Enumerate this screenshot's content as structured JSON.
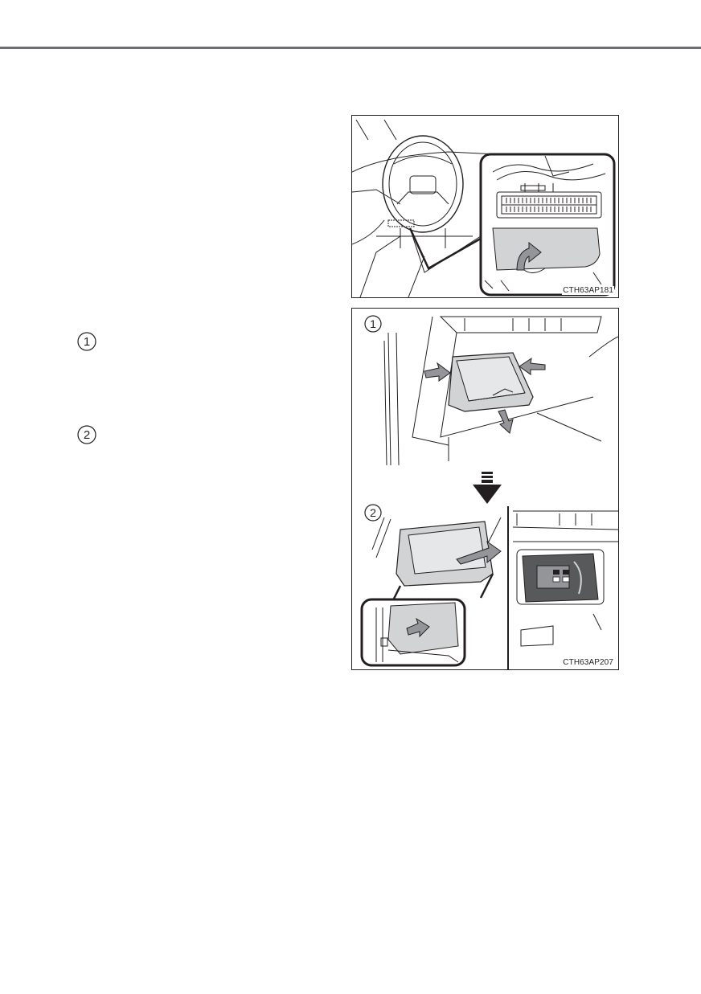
{
  "step_markers": [
    "1",
    "2"
  ],
  "figures": [
    {
      "code": "CTH63AP181",
      "icon": "dashboard-connector-cover-icon"
    },
    {
      "code": "CTH63AP207",
      "panel_labels": [
        "1",
        "2"
      ],
      "icon": "glove-box-removal-icon"
    }
  ],
  "colors": {
    "rule": "#6d6e71",
    "line": "#231f20",
    "arrow_fill": "#939598",
    "shade": "#d1d3d4"
  }
}
